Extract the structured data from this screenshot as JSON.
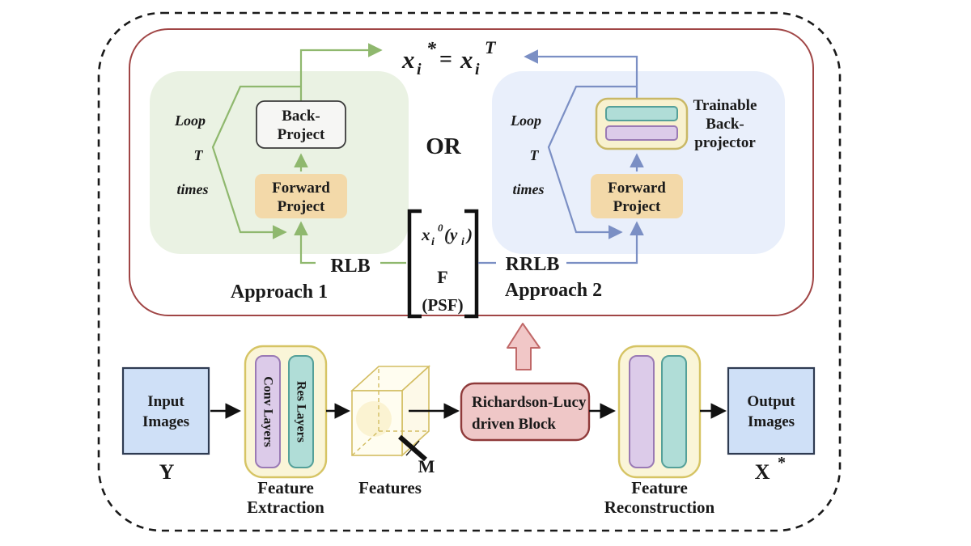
{
  "figure": "Richardson-Lucy driven deconvolution network architecture diagram",
  "colors": {
    "green_line": "#8fb86e",
    "blue_line": "#7b8fc4",
    "green_panel": "#eaf2e3",
    "blue_panel": "#e9effb",
    "orange_box": "#f3d9a9",
    "yellow_container": "#faf5d8",
    "yellow_border": "#d6c464",
    "purple_bar": "#dccbe9",
    "teal_bar": "#b0ddd7",
    "image_box": "#cfe0f7",
    "rl_block_fill": "#efc7c7",
    "rl_block_border": "#8f3a3a",
    "pink_arrow": "#f1c7c7",
    "frame_red": "#a04545"
  },
  "formula": {
    "x1": "x",
    "i1": "i",
    "star": "*",
    "eq": "=",
    "x2": "x",
    "i2": "i",
    "T": "T"
  },
  "or_label": "OR",
  "approach1": {
    "loop": [
      "Loop",
      "T",
      "times"
    ],
    "back": [
      "Back-",
      "Project"
    ],
    "fwd": [
      "Forward",
      "Project"
    ],
    "branch": "RLB",
    "name": "Approach 1"
  },
  "approach2": {
    "loop": [
      "Loop",
      "T",
      "times"
    ],
    "trainable": [
      "Trainable",
      "Back-",
      "projector"
    ],
    "fwd": [
      "Forward",
      "Project"
    ],
    "branch": "RRLB",
    "name": "Approach 2"
  },
  "init": {
    "x": "x",
    "i": "i",
    "zero": "0",
    "y_open": "(y",
    "i2": "i",
    "close": ")",
    "f": "F",
    "psf": "(PSF)"
  },
  "pipeline": {
    "input": {
      "line1": "Input",
      "line2": "Images",
      "symbol": "Y"
    },
    "feature_extraction": {
      "conv": "Conv Layers",
      "res": "Res Layers",
      "label": [
        "Feature",
        "Extraction"
      ]
    },
    "features": {
      "label": "Features",
      "dim": "M"
    },
    "rl_block": {
      "line1": "Richardson-Lucy",
      "line2": "driven Block"
    },
    "feature_reconstruction": {
      "label": [
        "Feature",
        "Reconstruction"
      ]
    },
    "output": {
      "line1": "Output",
      "line2": "Images",
      "symbol": "X",
      "symbol_sup": "*"
    }
  }
}
